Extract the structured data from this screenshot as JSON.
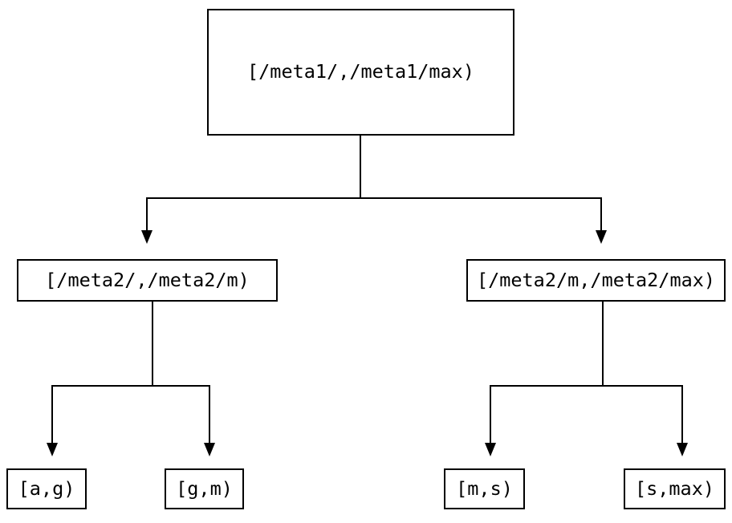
{
  "diagram": {
    "type": "tree",
    "title": "",
    "orientation": "top-down",
    "colors": {
      "background": "#ffffff",
      "stroke": "#000000",
      "node_fill": "#ffffff",
      "text": "#000000"
    },
    "nodes": {
      "root": {
        "label": "[/meta1/,/meta1/max)"
      },
      "mid_left": {
        "label": "[/meta2/,/meta2/m)"
      },
      "mid_right": {
        "label": "[/meta2/m,/meta2/max)"
      },
      "leaf_ag": {
        "label": "[a,g)"
      },
      "leaf_gm": {
        "label": "[g,m)"
      },
      "leaf_ms": {
        "label": "[m,s)"
      },
      "leaf_smax": {
        "label": "[s,max)"
      }
    }
  }
}
